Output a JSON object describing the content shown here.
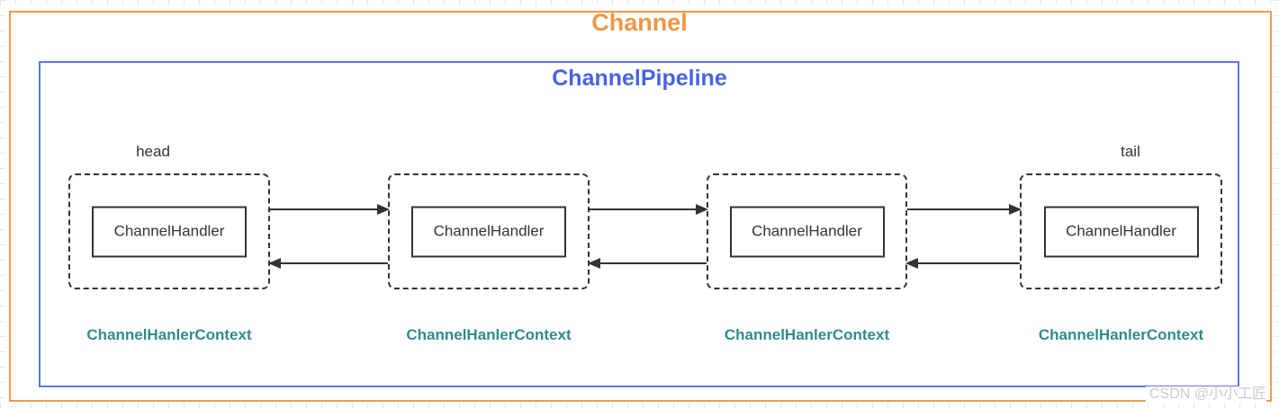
{
  "diagram": {
    "title": "Channel",
    "pipeline_title": "ChannelPipeline",
    "head_label": "head",
    "tail_label": "tail",
    "nodes": [
      {
        "handler": "ChannelHandler",
        "context": "ChannelHanlerContext"
      },
      {
        "handler": "ChannelHandler",
        "context": "ChannelHanlerContext"
      },
      {
        "handler": "ChannelHandler",
        "context": "ChannelHanlerContext"
      },
      {
        "handler": "ChannelHandler",
        "context": "ChannelHanlerContext"
      }
    ],
    "arrows": {
      "forward_count": 3,
      "backward_count": 3
    },
    "watermark": "CSDN @小小工匠",
    "colors": {
      "channel_border": "#EF9A48",
      "channel_title": "#ED9745",
      "pipeline_border": "#5B76E8",
      "pipeline_title": "#4A63E0",
      "context_label": "#2F8B8D",
      "node_border": "#333333",
      "watermark": "#CBCBCB"
    }
  }
}
